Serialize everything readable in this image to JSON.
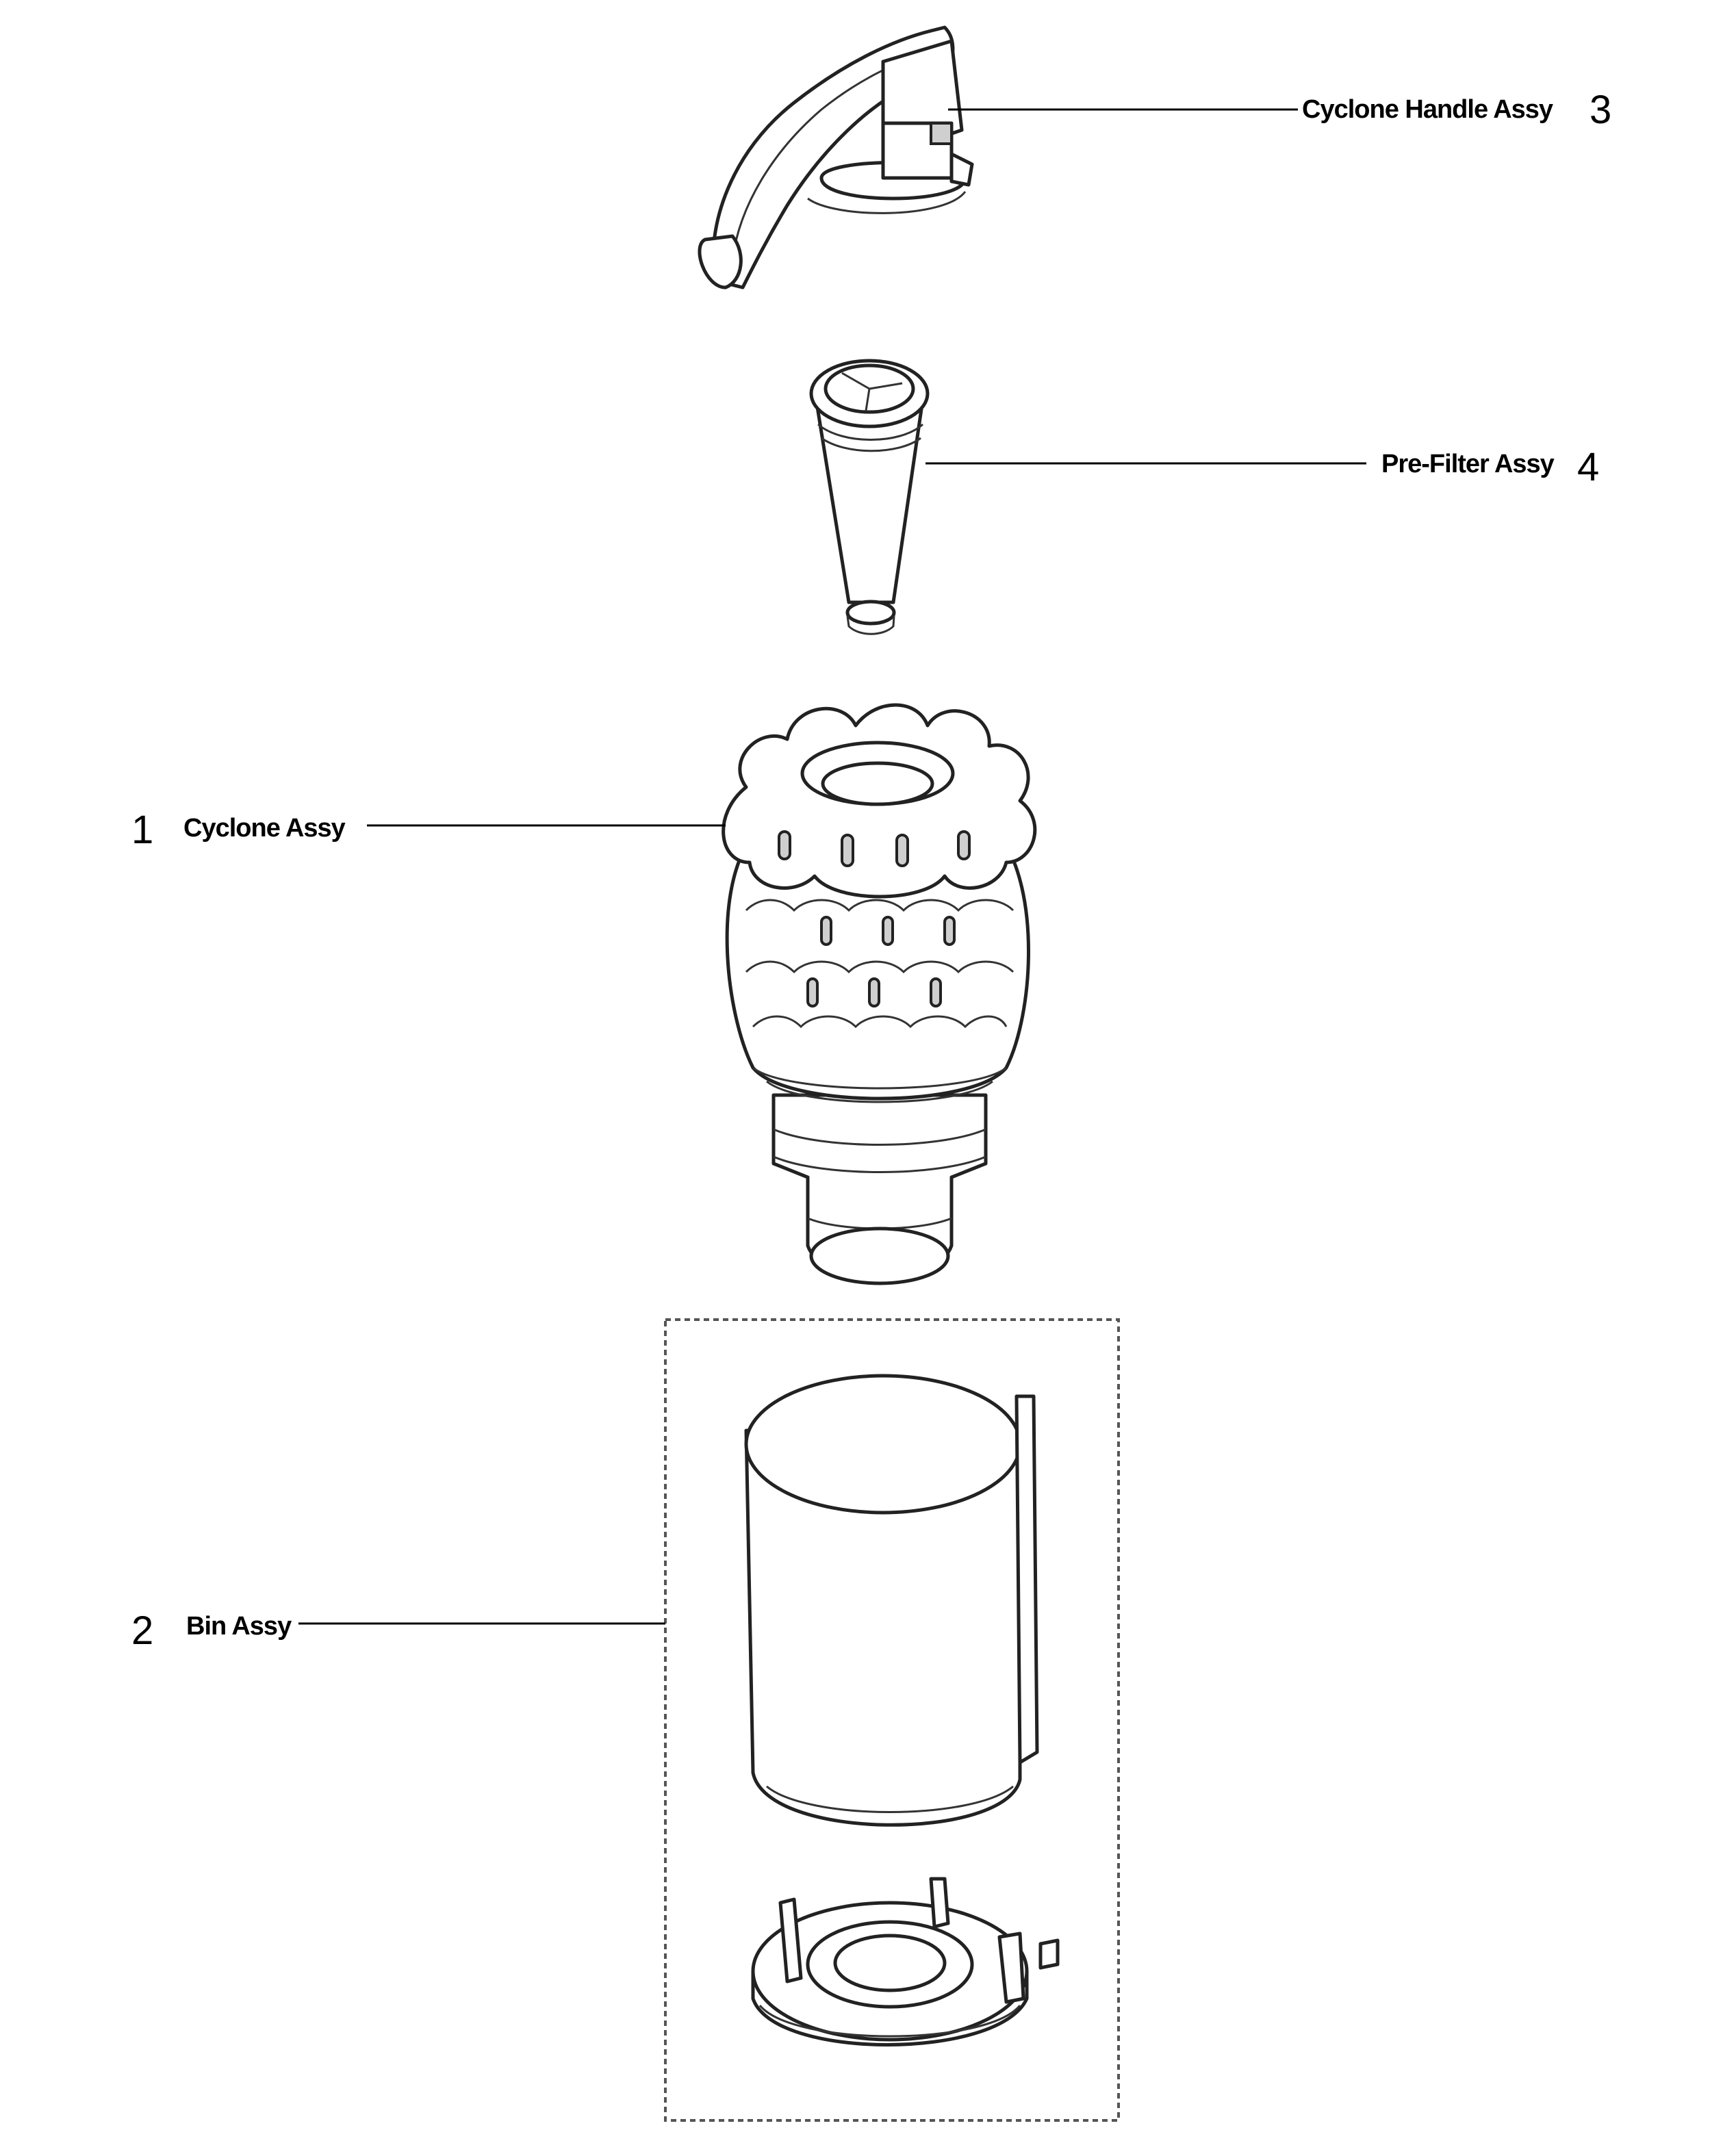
{
  "parts": [
    {
      "number": "3",
      "name": "Cyclone Handle Assy"
    },
    {
      "number": "4",
      "name": "Pre-Filter Assy"
    },
    {
      "number": "1",
      "name": "Cyclone Assy"
    },
    {
      "number": "2",
      "name": "Bin Assy"
    }
  ]
}
